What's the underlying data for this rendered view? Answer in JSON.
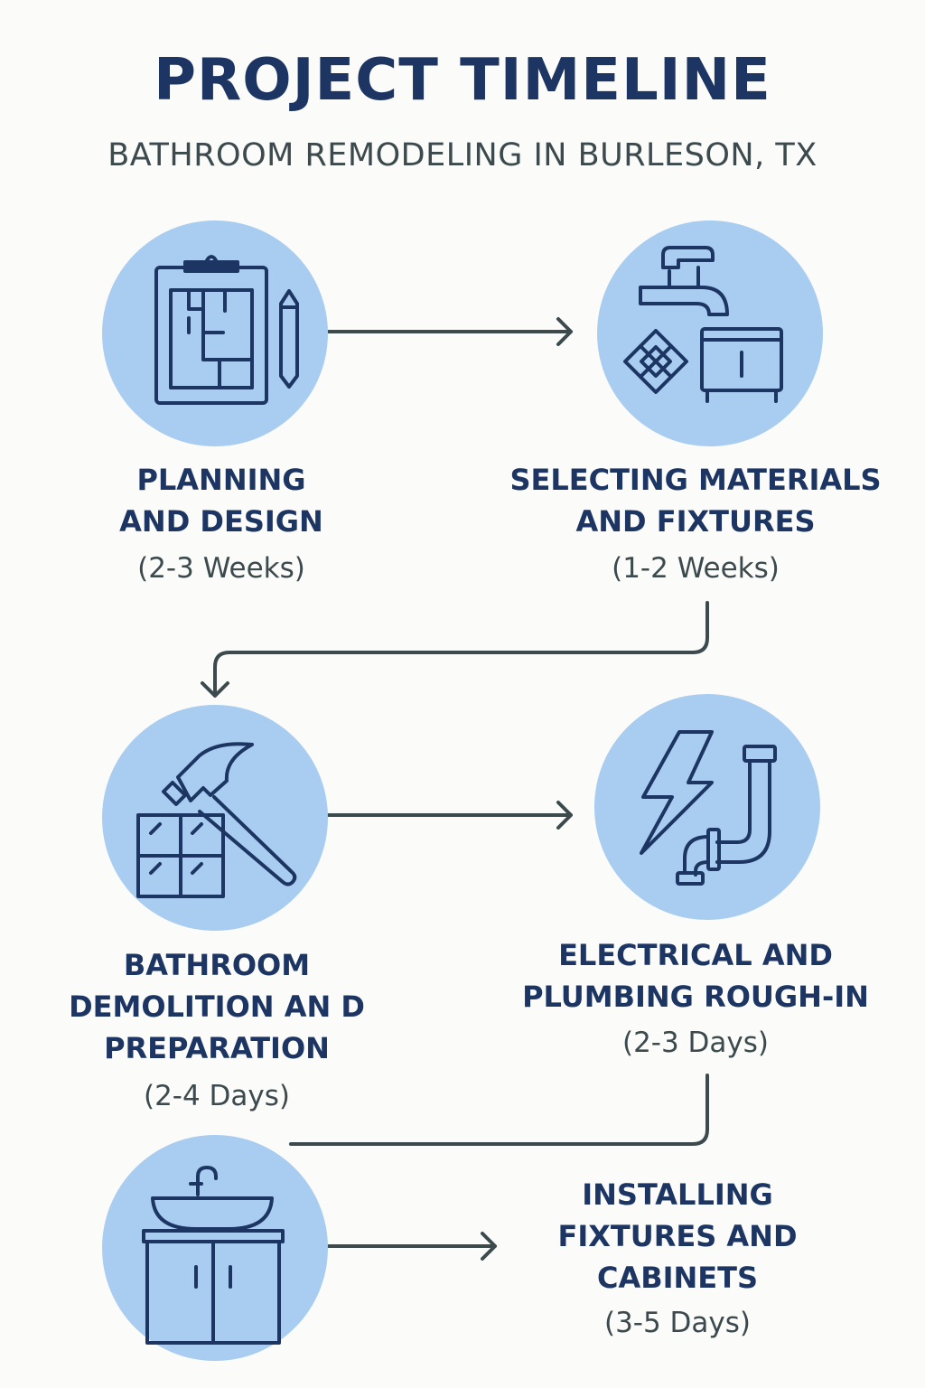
{
  "header": {
    "title": "PROJECT TIMELINE",
    "subtitle": "BATHROOM REMODELING IN BURLESON, TX"
  },
  "colors": {
    "navy": "#1c3563",
    "circle": "#a9cdf0",
    "connector": "#3c4a4d",
    "background": "#fbfbf9"
  },
  "steps": [
    {
      "icon": "floor-plan-clipboard-icon",
      "lines": [
        "PLANNING",
        "AND DESIGN"
      ],
      "duration": "(2-3 Weeks)"
    },
    {
      "icon": "faucet-tile-vanity-icon",
      "lines": [
        "SELECTING MATERIALS",
        "AND FIXTURES"
      ],
      "duration": "(1-2 Weeks)"
    },
    {
      "icon": "hammer-tile-icon",
      "lines": [
        "BATHROOM",
        "DEMOLITION AN D",
        "PREPARATION"
      ],
      "duration": "(2-4 Days)"
    },
    {
      "icon": "lightning-pipe-icon",
      "lines": [
        "ELECTRICAL AND",
        "PLUMBING ROUGH-IN"
      ],
      "duration": "(2-3 Days)"
    },
    {
      "icon": "sink-cabinet-icon",
      "lines": [
        "INSTALLING",
        "FIXTURES AND",
        "CABINETS"
      ],
      "duration": "(3-5 Days)"
    }
  ]
}
